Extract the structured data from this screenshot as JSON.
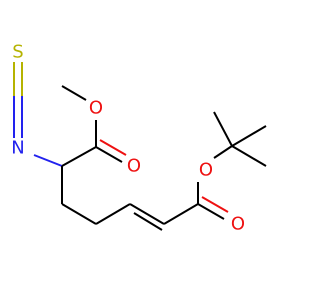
{
  "atoms": {
    "sulfur": {
      "symbol": "S",
      "color": "#b5b300"
    },
    "nitrogen": {
      "symbol": "N",
      "color": "#2222ee"
    },
    "oxygen_methoxy": {
      "symbol": "O",
      "color": "#ee1111"
    },
    "oxygen_carbonyl_1": {
      "symbol": "O",
      "color": "#ee1111"
    },
    "oxygen_ester_tbu": {
      "symbol": "O",
      "color": "#ee1111"
    },
    "oxygen_carbonyl_2": {
      "symbol": "O",
      "color": "#ee1111"
    }
  },
  "colors": {
    "bond": "#000000",
    "background": "#ffffff"
  }
}
